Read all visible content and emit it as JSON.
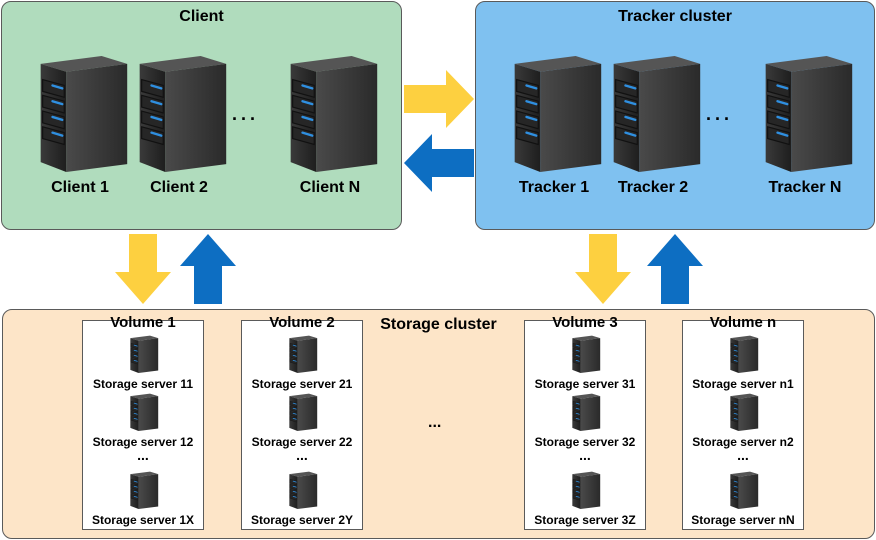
{
  "client_cluster": {
    "title": "Client",
    "nodes": [
      "Client 1",
      "Client 2",
      "Client N"
    ],
    "ellipsis": "..."
  },
  "tracker_cluster": {
    "title": "Tracker cluster",
    "nodes": [
      "Tracker 1",
      "Tracker 2",
      "Tracker N"
    ],
    "ellipsis": "..."
  },
  "storage_cluster": {
    "title": "Storage cluster",
    "ellipsis": "...",
    "volumes": [
      {
        "title": "Volume 1",
        "servers": [
          "Storage server 11",
          "Storage server 12",
          "Storage server 1X"
        ],
        "ellipsis": "..."
      },
      {
        "title": "Volume 2",
        "servers": [
          "Storage server 21",
          "Storage server 22",
          "Storage server 2Y"
        ],
        "ellipsis": "..."
      },
      {
        "title": "Volume 3",
        "servers": [
          "Storage server 31",
          "Storage server 32",
          "Storage server 3Z"
        ],
        "ellipsis": "..."
      },
      {
        "title": "Volume n",
        "servers": [
          "Storage server n1",
          "Storage server n2",
          "Storage server nN"
        ],
        "ellipsis": "..."
      }
    ]
  },
  "colors": {
    "client_bg": "#b0dcbd",
    "tracker_bg": "#7fc1f0",
    "storage_bg": "#fde5c8",
    "arrow_yellow": "#fdd040",
    "arrow_blue": "#0d6ec2",
    "server_body": "#2b2b2b",
    "server_led": "#2f8fe0"
  },
  "icons": {
    "server": "server-icon",
    "arrow_right": "arrow-right-icon",
    "arrow_left": "arrow-left-icon",
    "arrow_down": "arrow-down-icon",
    "arrow_up": "arrow-up-icon"
  }
}
